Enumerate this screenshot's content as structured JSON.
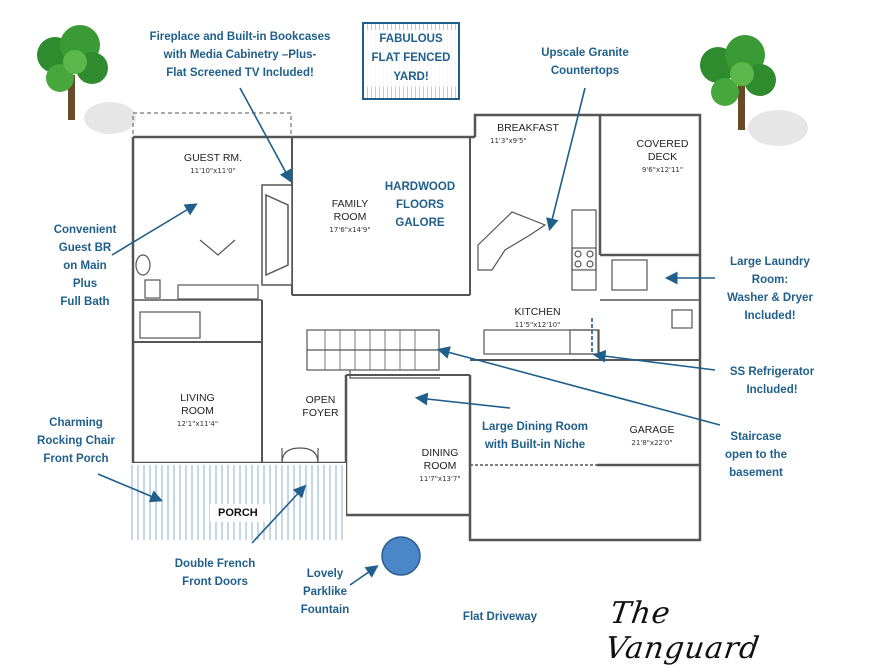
{
  "callouts": {
    "fireplace": [
      "Fireplace and Built-in Bookcases",
      "with Media Cabinetry –Plus-",
      "Flat Screened TV Included!"
    ],
    "yard": [
      "FABULOUS",
      "FLAT FENCED",
      "YARD!"
    ],
    "granite": [
      "Upscale Granite",
      "Countertops"
    ],
    "guest": [
      "Convenient",
      "Guest BR",
      "on Main",
      "Plus",
      "Full Bath"
    ],
    "hardwood": [
      "HARDWOOD",
      "FLOORS",
      "GALORE"
    ],
    "laundry": [
      "Large Laundry",
      "Room:",
      "Washer & Dryer",
      "Included!"
    ],
    "refrigerator": [
      "SS Refrigerator",
      "Included!"
    ],
    "staircase": [
      "Staircase",
      "open to the",
      "basement"
    ],
    "dining": [
      "Large Dining Room",
      "with Built-in Niche"
    ],
    "porch_callout": [
      "Charming",
      "Rocking Chair",
      "Front Porch"
    ],
    "doors": [
      "Double French",
      "Front Doors"
    ],
    "fountain": [
      "Lovely",
      "Parklike",
      "Fountain"
    ],
    "driveway": [
      "Flat Driveway"
    ]
  },
  "rooms": {
    "guest": {
      "name": "GUEST RM.",
      "dim": "11'10\"x11'0\""
    },
    "family": {
      "name": [
        "FAMILY",
        "ROOM"
      ],
      "dim": "17'6\"x14'9\""
    },
    "breakfast": {
      "name": "BREAKFAST",
      "dim": "11'3\"x9'5\""
    },
    "deck": {
      "name": [
        "COVERED",
        "DECK"
      ],
      "dim": "9'6\"x12'11\""
    },
    "kitchen": {
      "name": "KITCHEN",
      "dim": "11'5\"x12'10\""
    },
    "living": {
      "name": [
        "LIVING",
        "ROOM"
      ],
      "dim": "12'1\"x11'4\""
    },
    "foyer": {
      "name": [
        "OPEN",
        "FOYER"
      ]
    },
    "dining": {
      "name": [
        "DINING",
        "ROOM"
      ],
      "dim": "11'7\"x13'7\""
    },
    "garage": {
      "name": "GARAGE",
      "dim": "21'8\"x22'0\""
    },
    "porch": {
      "name": "PORCH"
    }
  },
  "signature": "The Vanguard",
  "colors": {
    "accent": "#1f5f8b",
    "wall": "#555555",
    "fountain": "#4a86c8",
    "tree": "#2e8b2e"
  }
}
